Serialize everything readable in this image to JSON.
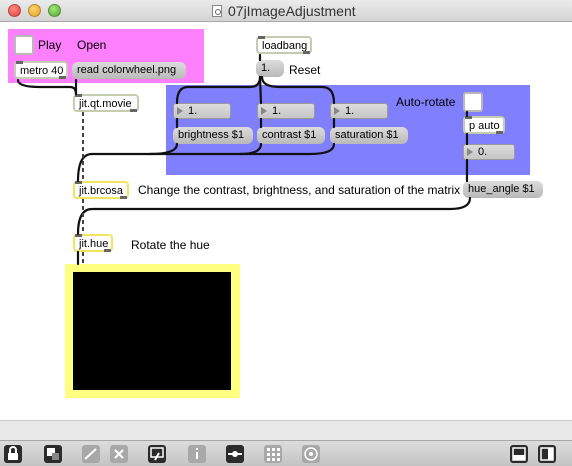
{
  "window": {
    "title": "07jImageAdjustment"
  },
  "patch": {
    "play_toggle_label": "Play",
    "open_label": "Open",
    "metro": "metro 40",
    "read_message": "read colorwheel.png",
    "loadbang": "loadbang",
    "reset_value": "1.",
    "reset_label": "Reset",
    "movie": "jit.qt.movie",
    "brightness_value": "1.",
    "contrast_value": "1.",
    "saturation_value": "1.",
    "brightness_message": "brightness $1",
    "contrast_message": "contrast $1",
    "saturation_message": "saturation $1",
    "autorotate_label": "Auto-rotate",
    "p_auto": "p auto",
    "hue_value": "0.",
    "hue_message": "hue_angle $1",
    "brcosa": "jit.brcosa",
    "brcosa_comment": "Change the contrast, brightness, and saturation of the matrix",
    "hue": "jit.hue",
    "hue_comment": "Rotate the hue"
  },
  "colors": {
    "pink_panel": "#ff80ff",
    "blue_panel": "#8080ff",
    "pwindow_border": "#ffff80"
  },
  "toolbar_icons": [
    "lock-icon",
    "presentation-icon",
    "patch-cords-icon",
    "close-x-icon",
    "edit-icon",
    "inspector-icon",
    "object-icon",
    "grid-icon",
    "clue-icon",
    "console-icon",
    "sidebar-icon"
  ]
}
